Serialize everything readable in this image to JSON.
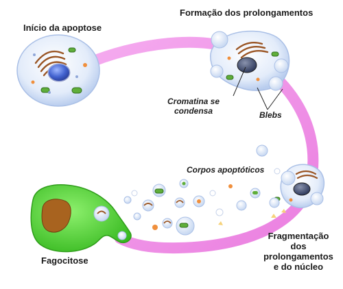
{
  "labels": {
    "inicio": "Início da apoptose",
    "formacao": "Formação dos prolongamentos",
    "cromatina_line1": "Cromatina se",
    "cromatina_line2": "condensa",
    "blebs": "Blebs",
    "corpos": "Corpos apoptóticos",
    "fragmentacao_line1": "Fragmentação",
    "fragmentacao_line2": "dos",
    "fragmentacao_line3": "prolongamentos",
    "fragmentacao_line4": "e do núcleo",
    "fagocitose": "Fagocitose"
  },
  "colors": {
    "pathway": "#f08ce6",
    "cell_membrane": "#cfe0f6",
    "cell_cytoplasm": "#e8f0fb",
    "nucleus": "#4f6fd8",
    "golgi": "#9a5524",
    "mitochondria": "#5fae3a",
    "phagocyte": "#52d93a",
    "phagocyte_nucleus": "#a8631f"
  }
}
